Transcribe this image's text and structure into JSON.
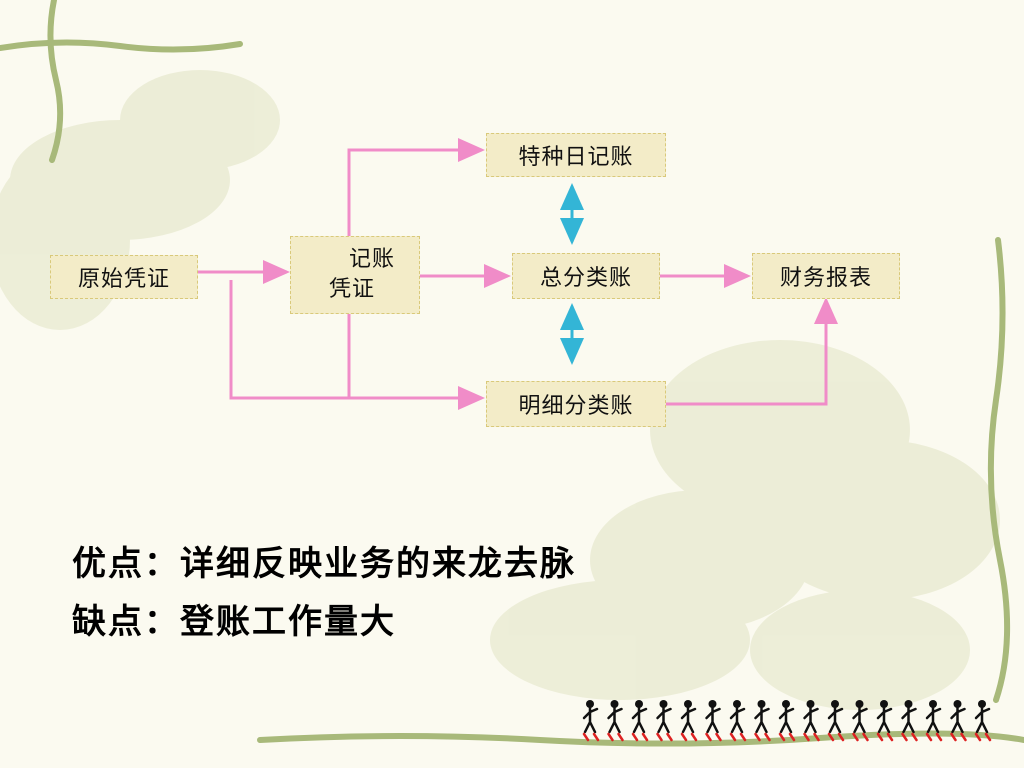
{
  "diagram": {
    "nodes": {
      "source_voucher": "原始凭证",
      "bookkeeping_voucher_line1": "记账",
      "bookkeeping_voucher_line2": "凭证",
      "special_journal": "特种日记账",
      "general_ledger": "总分类账",
      "subsidiary_ledger": "明细分类账",
      "financial_statements": "财务报表"
    },
    "colors": {
      "flow_arrow": "#f08cc8",
      "check_arrow": "#33b5d6",
      "node_fill": "#f3ecc8"
    }
  },
  "notes": {
    "advantage": "优点：详细反映业务的来龙去脉",
    "disadvantage": "缺点：登账工作量大"
  },
  "decoration": {
    "vine_color": "#a8b97a",
    "figure_icon": "dancing-figure-icon",
    "figure_count": 17
  }
}
